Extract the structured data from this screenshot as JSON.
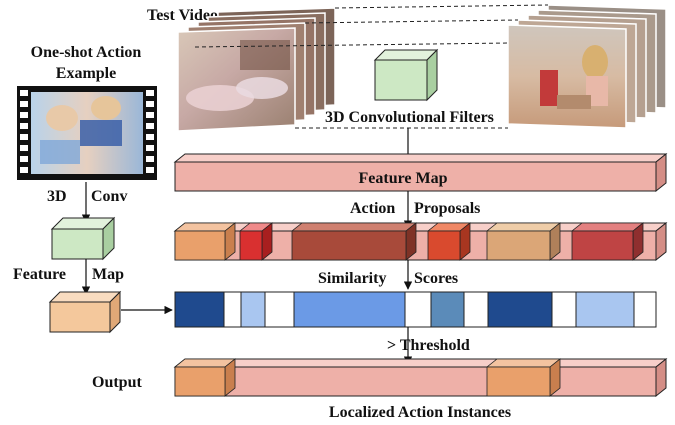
{
  "labels": {
    "test_video": "Test Video",
    "one_shot_line1": "One-shot Action",
    "one_shot_line2": "Example",
    "conv_filters": "3D Convolutional Filters",
    "feature_map_main": "Feature Map",
    "action": "Action",
    "proposals": "Proposals",
    "conv_3d": "3D",
    "conv": "Conv",
    "feature": "Feature",
    "map": "Map",
    "similarity": "Similarity",
    "scores": "Scores",
    "threshold": "> Threshold",
    "output": "Output",
    "localized": "Localized Action Instances"
  },
  "colors": {
    "pink_bar": "#eeb0a8",
    "cube_green": "#cde8c4",
    "cube_tan": "#f4c89c",
    "proposal_1": "#e9a06b",
    "proposal_2": "#d93030",
    "proposal_3": "#a84a3a",
    "proposal_4": "#d94a2e",
    "proposal_5": "#dba677",
    "proposal_6": "#bf4444",
    "score_dark": "#1f4a8e",
    "score_light": "#a9c6f0",
    "score_mid": "#6b9ae6",
    "score_steel": "#5b8bb9",
    "output_orange": "#e9a06b"
  },
  "icons": {
    "test_video_frames": "video-frame-stack",
    "example_clip": "film-strip"
  }
}
